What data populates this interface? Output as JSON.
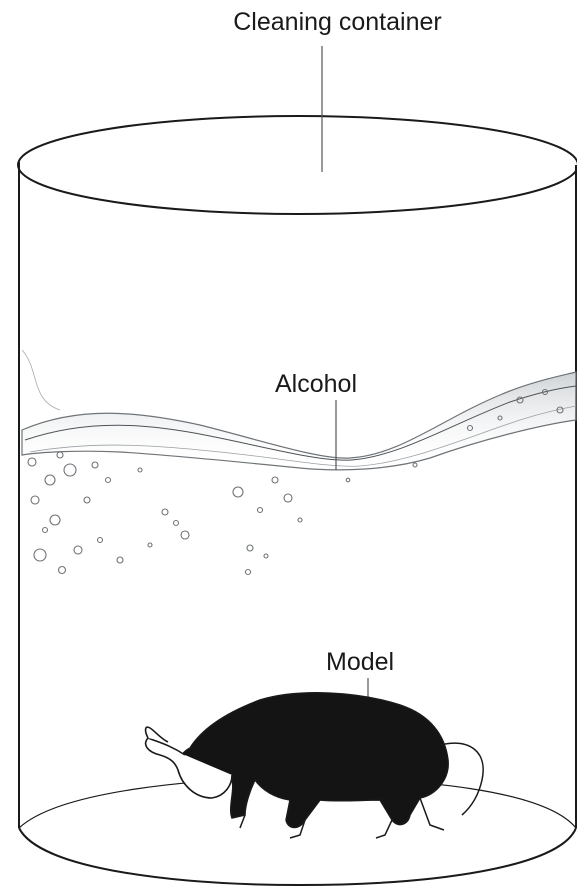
{
  "labels": {
    "container": "Cleaning container",
    "alcohol": "Alcohol",
    "model": "Model"
  },
  "colors": {
    "line": "#1a1a1a",
    "water": "#8a8f94",
    "model_fill": "#141414"
  },
  "icons": [
    "cylinder-container",
    "water-surface",
    "bubbles",
    "bull-figurine"
  ]
}
